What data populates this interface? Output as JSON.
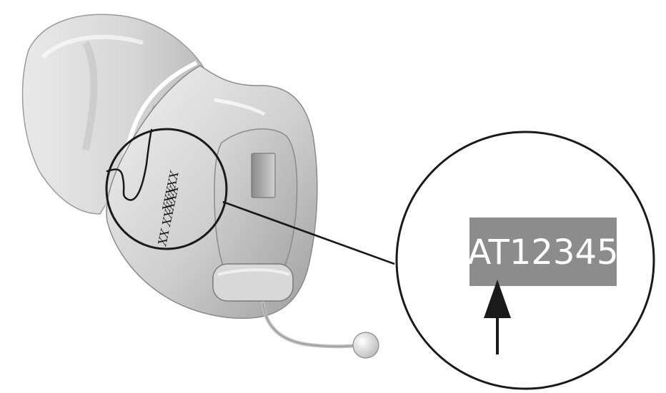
{
  "illustration": {
    "engraving": {
      "line1": "XXXXX",
      "line2": "XX XXXXX"
    },
    "callout": {
      "serial_label": "AT12345"
    }
  },
  "colors": {
    "background": "#ffffff",
    "outline": "#1a1a1a",
    "shell_light": "#e6e6e6",
    "shell_mid": "#c9c9c9",
    "shell_dark": "#9a9a9a",
    "label_bg": "#8c8c8c",
    "label_text": "#ffffff"
  }
}
